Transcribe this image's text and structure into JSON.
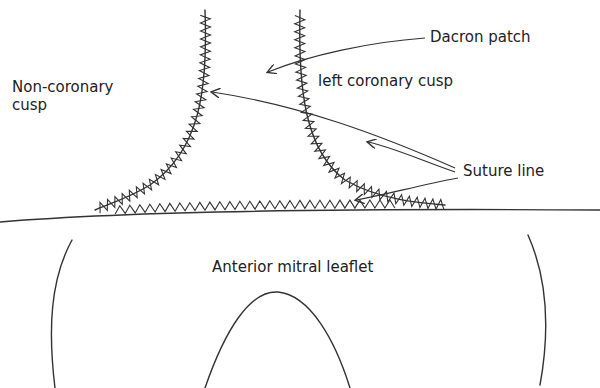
{
  "diagram": {
    "labels": [
      "Dacron patch",
      "left coronary cusp",
      "Non-coronary cusp",
      "Suture line",
      "Anterior mitral leaflet"
    ]
  }
}
